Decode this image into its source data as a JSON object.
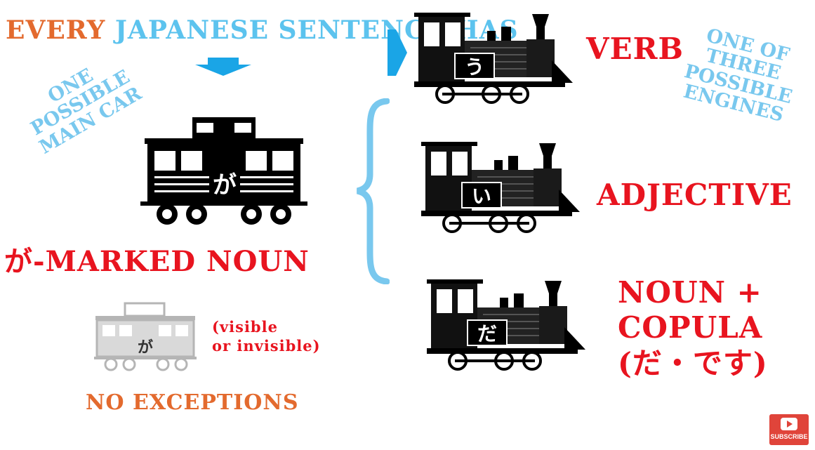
{
  "title": {
    "part1": "EVERY",
    "part2": "JAPANESE SENTENCE HAS"
  },
  "notes": {
    "main_car": [
      "ONE",
      "POSSIBLE",
      "MAIN CAR"
    ],
    "engines": [
      "ONE OF",
      "THREE",
      "POSSIBLE",
      "ENGINES"
    ]
  },
  "main_car": {
    "glyph": "が",
    "label": "が-MARKED NOUN"
  },
  "ghost_car": {
    "glyph": "が",
    "label_line1": "(visible",
    "label_line2": "or invisible)"
  },
  "no_exceptions": "NO EXCEPTIONS",
  "engines": [
    {
      "glyph": "う",
      "label": "VERB"
    },
    {
      "glyph": "い",
      "label": "ADJECTIVE"
    },
    {
      "glyph": "だ",
      "label_line1": "NOUN +",
      "label_line2": "COPULA",
      "label_line3": "(だ・です)"
    }
  ],
  "subscribe": {
    "label": "SUBSCRIBE"
  },
  "colors": {
    "orange": "#e36a2e",
    "blue": "#5cc3ee",
    "red": "#e8141f",
    "gray": "#b5b5b5"
  }
}
